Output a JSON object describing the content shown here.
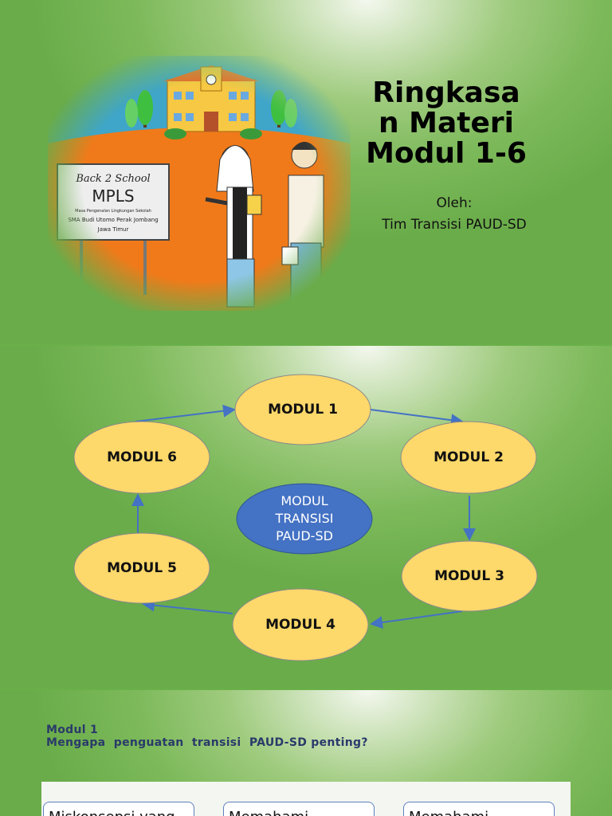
{
  "slide1": {
    "title": "Ringkasa n Materi Modul 1-6",
    "title_lines": [
      "Ringkasa",
      "n Materi",
      "Modul 1-6"
    ],
    "author_label": "Oleh:",
    "author": "Tim Transisi PAUD-SD",
    "illustration": {
      "sign_line1": "Back 2 School",
      "sign_line2": "MPLS",
      "sign_line3": "Masa Pengenalan Lingkungan Sekolah",
      "sign_line4": "SMA Budi Utomo  Perak Jombang",
      "sign_line5": "Jawa Timur"
    }
  },
  "slide2": {
    "center": "MODUL TRANSISI PAUD-SD",
    "center_lines": [
      "MODUL",
      "TRANSISI",
      "PAUD-SD"
    ],
    "modules": [
      "MODUL 1",
      "MODUL 2",
      "MODUL 3",
      "MODUL 4",
      "MODUL 5",
      "MODUL 6"
    ],
    "colors": {
      "module_fill": "#fdd86a",
      "center_fill": "#4472c4",
      "arrow": "#4472c4"
    }
  },
  "slide3": {
    "heading_line1": "Modul 1",
    "heading_line2": "Mengapa  penguatan  transisi  PAUD-SD penting?",
    "cards": [
      "Miskonsepsi  yang",
      "Memahami",
      "Memahami"
    ]
  }
}
